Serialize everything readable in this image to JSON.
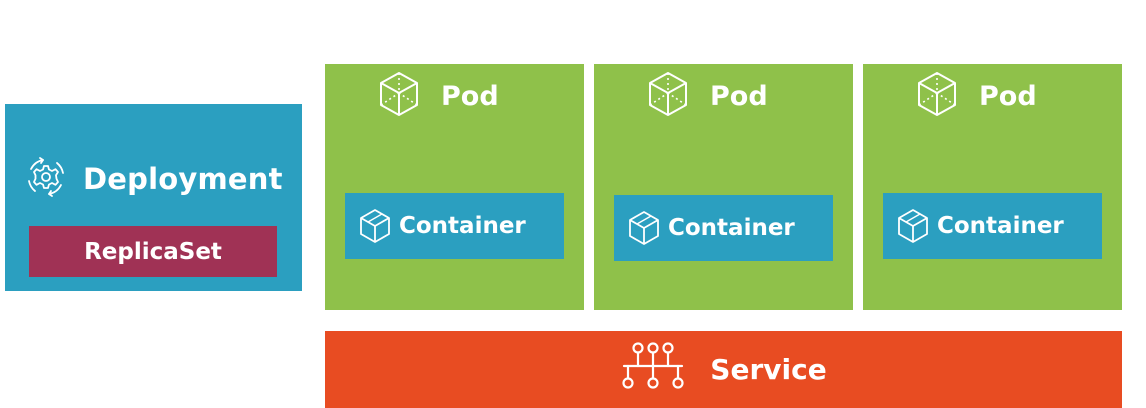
{
  "deployment": {
    "icon": "deployment-gear-icon",
    "label": "Deployment",
    "replicaset_label": "ReplicaSet",
    "color": "#2b9fc0",
    "replicaset_color": "#a03255"
  },
  "pods": [
    {
      "label": "Pod",
      "icon": "cube-icon",
      "container_label": "Container",
      "container_icon": "cube-icon"
    },
    {
      "label": "Pod",
      "icon": "cube-icon",
      "container_label": "Container",
      "container_icon": "cube-icon"
    },
    {
      "label": "Pod",
      "icon": "cube-icon",
      "container_label": "Container",
      "container_icon": "cube-icon"
    }
  ],
  "pod_color": "#8fc14a",
  "container_color": "#2b9fc0",
  "service": {
    "label": "Service",
    "icon": "network-icon",
    "color": "#e84c22"
  }
}
